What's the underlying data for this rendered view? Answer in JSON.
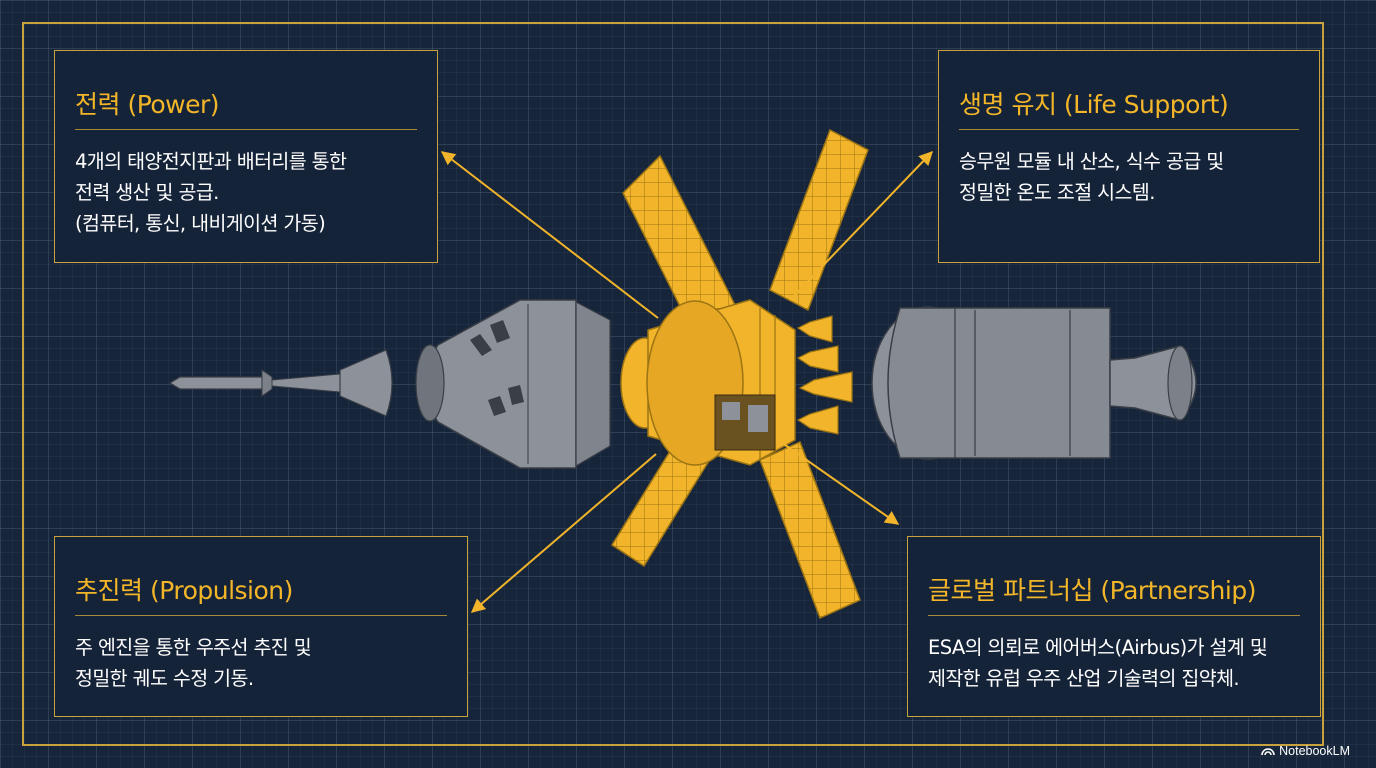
{
  "panels": {
    "power": {
      "title": "전력 (Power)",
      "body": "4개의 태양전지판과 배터리를 통한\n전력 생산 및 공급.\n(컴퓨터, 통신, 내비게이션 가동)"
    },
    "life_support": {
      "title": "생명 유지 (Life Support)",
      "body": "승무원 모듈 내 산소, 식수 공급 및\n정밀한 온도 조절 시스템."
    },
    "propulsion": {
      "title": "추진력 (Propulsion)",
      "body": "주 엔진을 통한 우주선 추진 및\n정밀한 궤도 수정 기동."
    },
    "partnership": {
      "title": "글로벌 파트너십 (Partnership)",
      "body": "ESA의 의뢰로 에어버스(Airbus)가 설계 및\n제작한 유럽 우주 산업 기술력의 집약체."
    }
  },
  "watermark": {
    "label": "NotebookLM",
    "icon": "notebooklm-logo-icon"
  },
  "colors": {
    "background": "#16253a",
    "accent": "#f3b628",
    "frame": "#c8a23c",
    "service_module": "#f1b42a",
    "hardware_gray": "#8c919a"
  }
}
